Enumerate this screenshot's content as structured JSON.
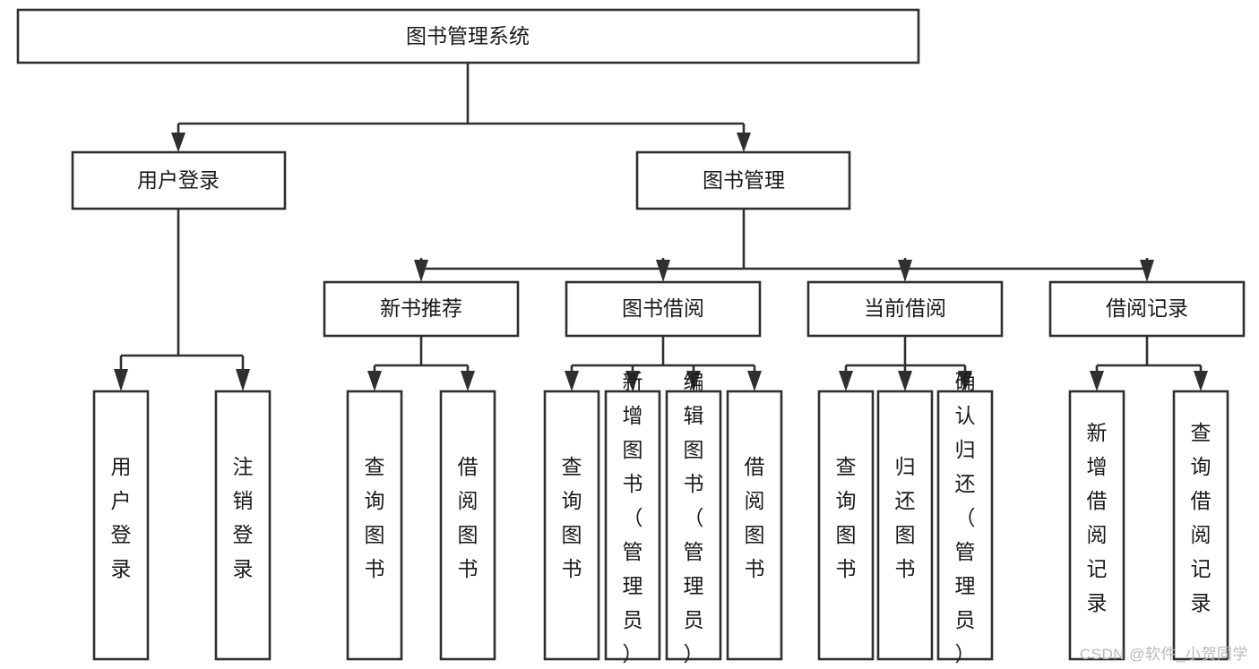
{
  "diagram": {
    "title": "图书管理系统",
    "type": "tree-hierarchy-diagram",
    "colors": {
      "box_stroke": "#2f2f2f",
      "box_fill": "#ffffff",
      "text": "#1a1a1a",
      "background": "#ffffff",
      "watermark": "#b9b9b9"
    },
    "root": {
      "label": "图书管理系统"
    },
    "level1": [
      {
        "label": "用户登录"
      },
      {
        "label": "图书管理"
      }
    ],
    "level2": [
      {
        "label": "新书推荐"
      },
      {
        "label": "图书借阅"
      },
      {
        "label": "当前借阅"
      },
      {
        "label": "借阅记录"
      }
    ],
    "leaves": {
      "user_login": [
        {
          "label": "用户登录"
        },
        {
          "label": "注销登录"
        }
      ],
      "new_book_recommend": [
        {
          "label": "查询图书"
        },
        {
          "label": "借阅图书"
        }
      ],
      "book_borrow": [
        {
          "label": "查询图书"
        },
        {
          "label": "新增图书（管理员）"
        },
        {
          "label": "编辑图书（管理员）"
        },
        {
          "label": "借阅图书"
        }
      ],
      "current_borrow": [
        {
          "label": "查询图书"
        },
        {
          "label": "归还图书"
        },
        {
          "label": "确认归还（管理员）"
        }
      ],
      "borrow_record": [
        {
          "label": "新增借阅记录"
        },
        {
          "label": "查询借阅记录"
        }
      ]
    }
  },
  "watermark": {
    "text": "CSDN @软件_小贺同学"
  }
}
